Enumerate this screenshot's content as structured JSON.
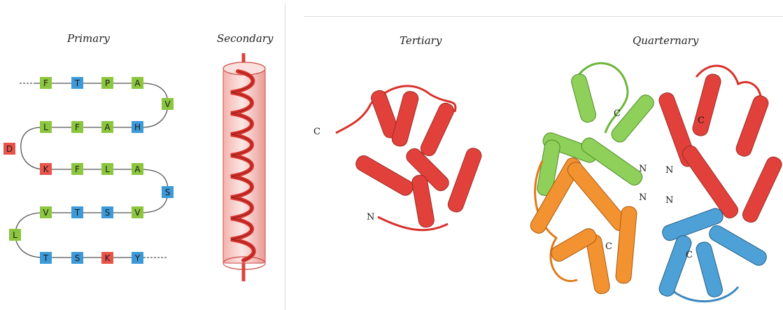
{
  "headings": {
    "primary": "Primary",
    "secondary": "Secondary",
    "tertiary": "Tertiary",
    "quaternary": "Quarternary"
  },
  "primary_chain": {
    "row1": [
      "F",
      "T",
      "P",
      "A"
    ],
    "turn1": "V",
    "row2": [
      "L",
      "F",
      "A",
      "H"
    ],
    "turn2": "D",
    "row3": [
      "K",
      "F",
      "L",
      "A"
    ],
    "turn3": "S",
    "row4": [
      "V",
      "T",
      "S",
      "V"
    ],
    "turn4": "L",
    "row5": [
      "T",
      "S",
      "K",
      "Y"
    ]
  },
  "residue_colors": {
    "green": "#8cc63f",
    "blue": "#3d9ad8",
    "red": "#e8544a"
  },
  "structure_colors": {
    "helix_red": "#e2413b",
    "chain_green": "#8fd05a",
    "chain_orange": "#f39230",
    "chain_blue": "#4ea1d6"
  },
  "tertiary_labels": {
    "c_terminus": "C",
    "n_terminus": "N"
  },
  "quaternary_labels": {
    "c_top_left": "C",
    "c_top_right": "C",
    "n_upper_mid": "N",
    "n_upper_right": "N",
    "n_lower_mid": "N",
    "n_lower_right": "N",
    "c_bottom_left": "C",
    "c_bottom_right": "C"
  }
}
